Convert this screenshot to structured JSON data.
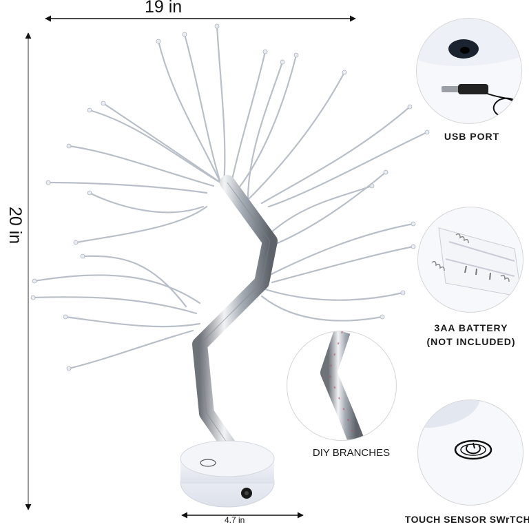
{
  "dimensions": {
    "width_label": "19 in",
    "height_label": "20 in",
    "base_label": "4.7 in"
  },
  "features": [
    {
      "id": "usb",
      "caption": "USB PORT",
      "icon": "usb-port-icon"
    },
    {
      "id": "battery",
      "caption_line1": "3AA BATTERY",
      "caption_line2": "(NOT INCLUDED)",
      "icon": "battery-compartment-icon"
    },
    {
      "id": "diy",
      "caption": "DIY BRANCHES",
      "icon": "branch-closeup-icon"
    },
    {
      "id": "touch",
      "caption": "TOUCH SENSOR SWrTCH",
      "icon": "power-icon"
    }
  ],
  "colors": {
    "arrow": "#111111",
    "branch": "#b9bfc9",
    "trunk": "#9aa0a8",
    "base": "#e8ebf2",
    "circle_border": "#d6d6d6"
  }
}
